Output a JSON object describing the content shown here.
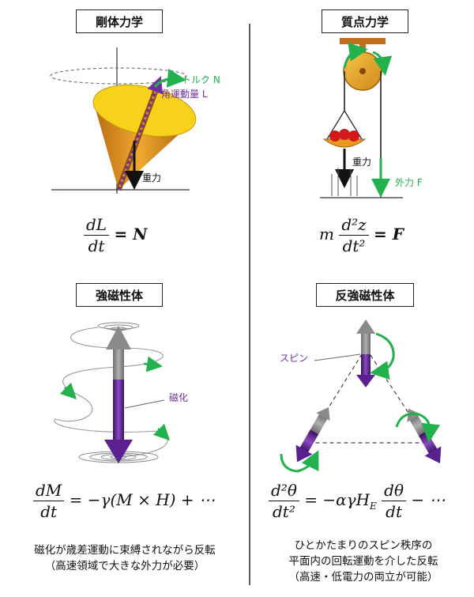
{
  "titles": {
    "rigid": "剛体力学",
    "point": "質点力学",
    "ferro": "強磁性体",
    "antiferro": "反強磁性体"
  },
  "labels": {
    "torque": "トルク N",
    "angular_momentum": "角運動量 L",
    "gravity_rigid": "重力",
    "gravity_point": "重力",
    "external_force": "外力 F",
    "magnetization": "磁化",
    "spin": "スピン"
  },
  "equations": {
    "rigid": {
      "num": "dL",
      "den": "dt",
      "rhs": "= N"
    },
    "point": {
      "coef": "m",
      "num": "d²z",
      "den": "dt²",
      "rhs": "= F"
    },
    "ferro": {
      "num": "dM",
      "den": "dt",
      "rhs": "= −γ(M × H) + ⋯"
    },
    "antiferro": {
      "num": "d²θ",
      "den": "dt²",
      "rhs1": "= −αγH",
      "sub": "E",
      "num2": "dθ",
      "den2": "dt",
      "rhs2": "− ⋯"
    }
  },
  "captions": {
    "left": [
      "磁化が歳差運動に束縛されながら反転",
      "（高速領域で大きな外力が必要）"
    ],
    "right": [
      "ひとかたまりのスピン秩序の",
      "平面内の回転運動を介した反転",
      "（高速・低電力の両立が可能）"
    ]
  },
  "colors": {
    "green": "#22b14c",
    "purple": "#7030a0",
    "gold": "#f2c200",
    "brown": "#c07828",
    "gray": "#8c8c8c"
  }
}
